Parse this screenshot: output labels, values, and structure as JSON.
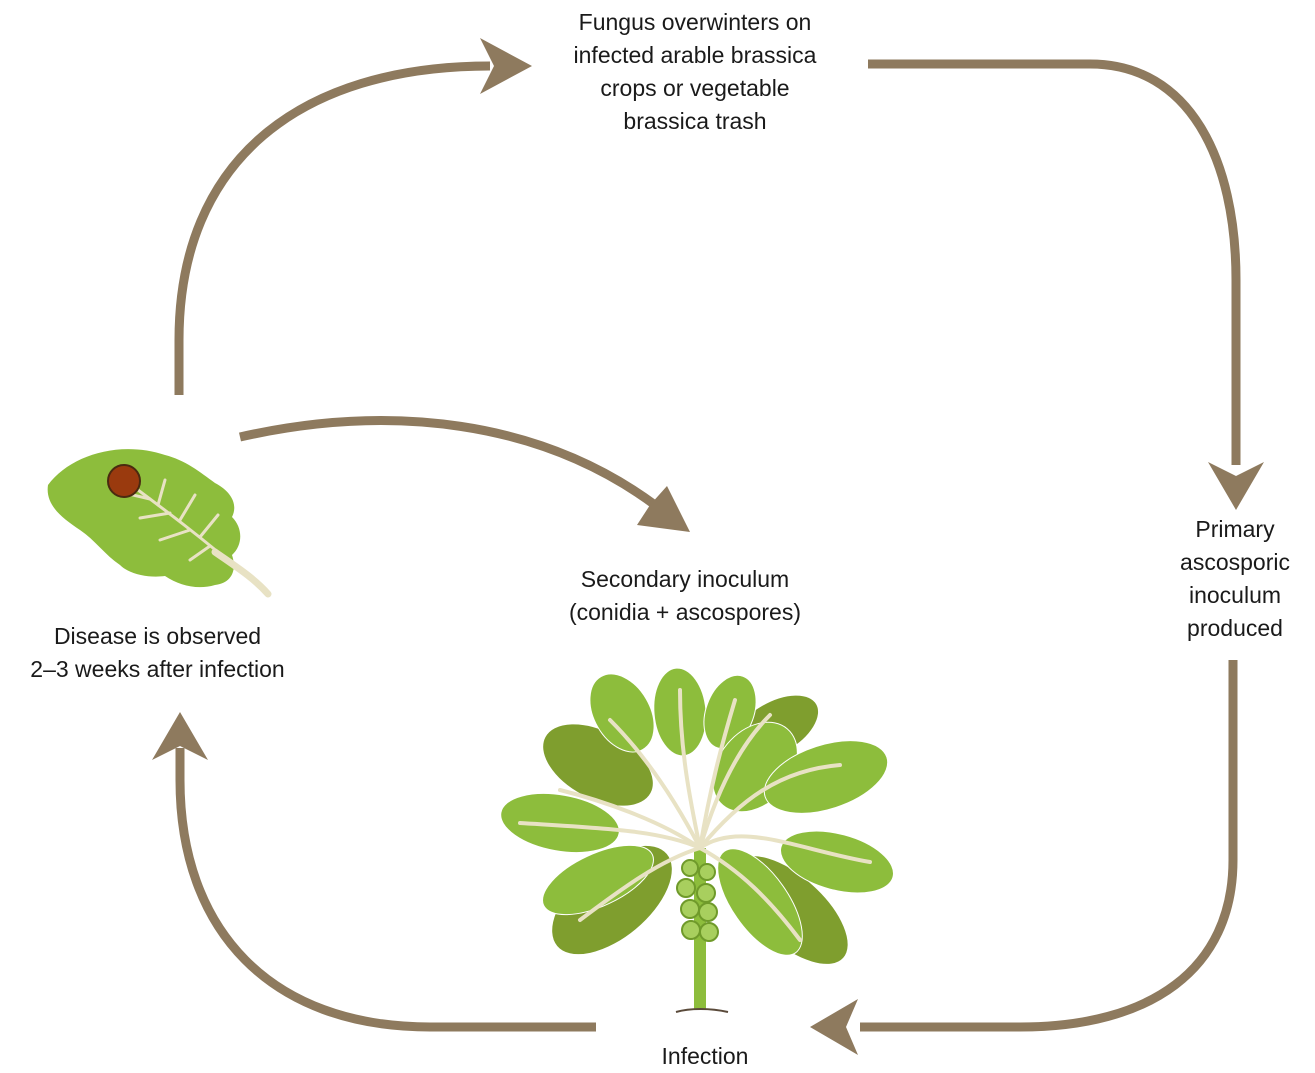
{
  "colors": {
    "arrow": "#8e7a5e",
    "leaf": "#8dbd3c",
    "leaf_dark": "#6f9a2a",
    "lesion": "#9a3a0e",
    "vein": "#e8e2c4"
  },
  "icons": [
    "cycle-arrow",
    "diseased-leaf-icon",
    "brassica-plant-icon"
  ],
  "nodes": {
    "overwinter": {
      "lines": [
        "Fungus overwinters on",
        "infected arable brassica",
        "crops or vegetable",
        "brassica trash"
      ]
    },
    "primary": {
      "lines": [
        "Primary",
        "ascosporic",
        "inoculum",
        "produced"
      ]
    },
    "secondary": {
      "lines": [
        "Secondary inoculum",
        "(conidia + ascospores)"
      ]
    },
    "disease": {
      "lines": [
        "Disease is observed",
        "2–3 weeks after infection"
      ]
    },
    "infection": {
      "lines": [
        "Infection"
      ]
    }
  }
}
